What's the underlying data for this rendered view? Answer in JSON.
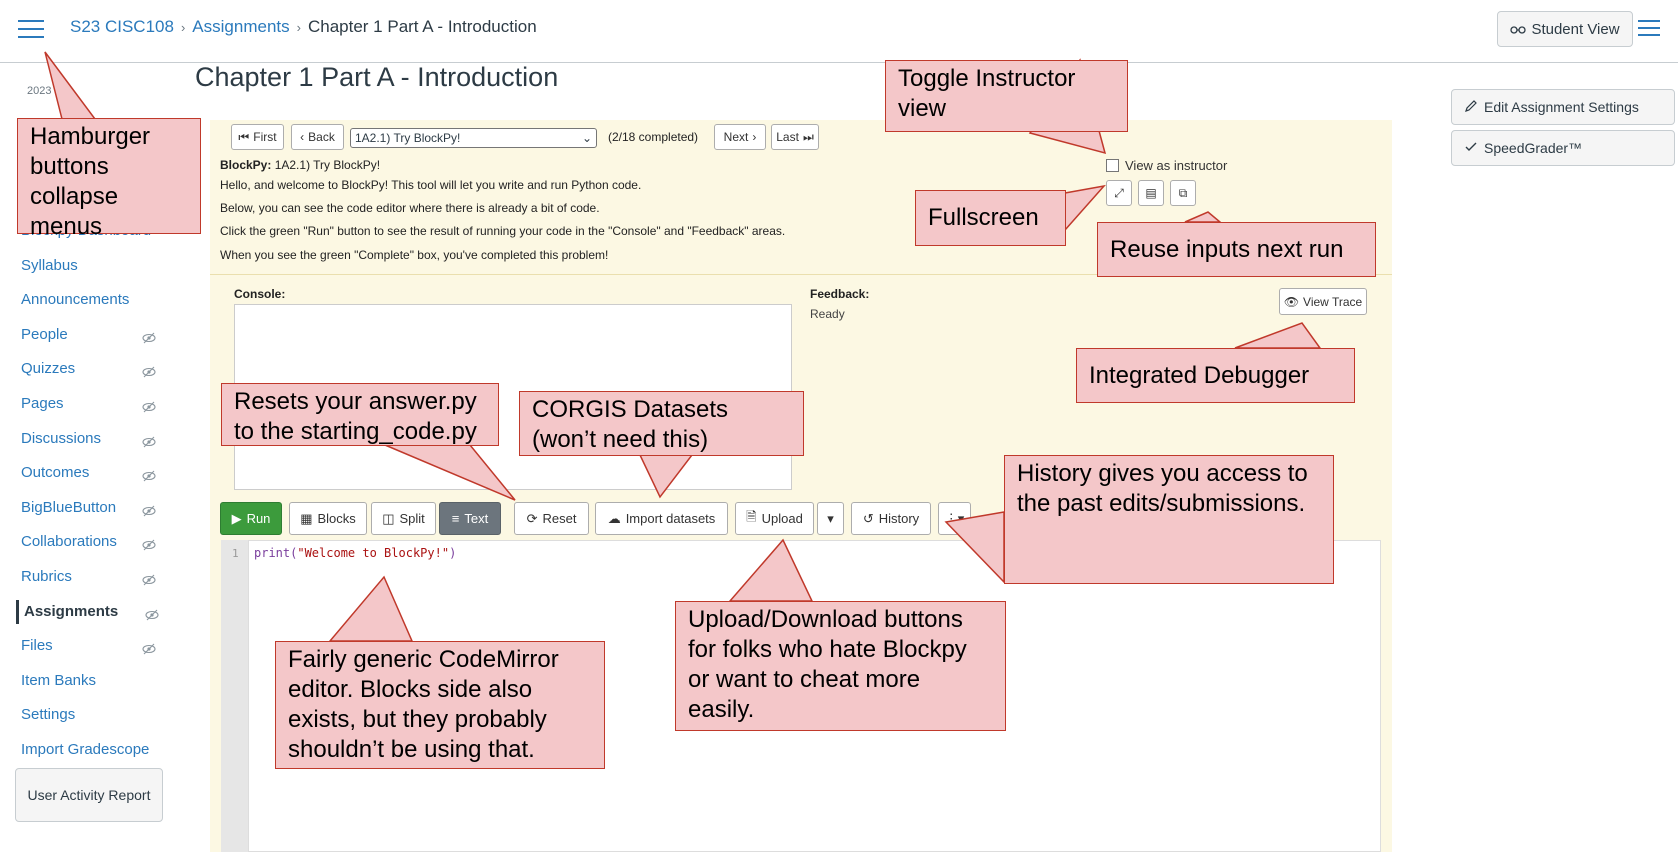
{
  "breadcrumb": {
    "course": "S23 CISC108",
    "section": "Assignments",
    "current": "Chapter 1 Part A - Introduction"
  },
  "header": {
    "student_view": "Student View"
  },
  "page_title": "Chapter 1 Part A - Introduction",
  "sidebar": {
    "year": "2023",
    "items": [
      {
        "label": "Blockpy Dashboard",
        "eye": false
      },
      {
        "label": "Syllabus",
        "eye": false
      },
      {
        "label": "Announcements",
        "eye": false
      },
      {
        "label": "People",
        "eye": true
      },
      {
        "label": "Quizzes",
        "eye": true
      },
      {
        "label": "Pages",
        "eye": true
      },
      {
        "label": "Discussions",
        "eye": true
      },
      {
        "label": "Outcomes",
        "eye": true
      },
      {
        "label": "BigBlueButton",
        "eye": true
      },
      {
        "label": "Collaborations",
        "eye": true
      },
      {
        "label": "Rubrics",
        "eye": true
      },
      {
        "label": "Assignments",
        "eye": true
      },
      {
        "label": "Files",
        "eye": true
      },
      {
        "label": "Item Banks",
        "eye": false
      },
      {
        "label": "Settings",
        "eye": false
      },
      {
        "label": "Import Gradescope",
        "eye": false
      }
    ],
    "user_activity": "User Activity Report"
  },
  "right_panel": {
    "edit_settings": "Edit Assignment Settings",
    "speedgrader": "SpeedGrader™"
  },
  "blockpy": {
    "nav": {
      "first": "First",
      "back": "Back",
      "selected_problem": "1A2.1) Try BlockPy!",
      "progress": "(2/18 completed)",
      "next": "Next",
      "last": "Last"
    },
    "title_prefix": "BlockPy:",
    "title": "1A2.1) Try BlockPy!",
    "instructions": [
      "Hello, and welcome to BlockPy! This tool will let you write and run Python code.",
      "Below, you can see the code editor where there is already a bit of code.",
      "Click the green \"Run\" button to see the result of running your code in the \"Console\" and \"Feedback\" areas.",
      "When you see the green \"Complete\" box, you've completed this problem!"
    ],
    "view_as_instructor": "View as instructor",
    "console_label": "Console:",
    "feedback_label": "Feedback:",
    "feedback_status": "Ready",
    "view_trace": "View Trace",
    "toolbar": {
      "run": "Run",
      "blocks": "Blocks",
      "split": "Split",
      "text": "Text",
      "reset": "Reset",
      "import": "Import datasets",
      "upload": "Upload",
      "history": "History"
    },
    "code_line_number": "1",
    "code_fn": "print(",
    "code_str": "\"Welcome to BlockPy!\"",
    "code_close": ")",
    "colors": {
      "run_bg": "#3c9b3c",
      "text_bg": "#6c757d",
      "panel_bg": "#fcf8e3"
    }
  },
  "callouts": {
    "hamburger": "Hamburger buttons collapse menus",
    "toggle_instructor": "Toggle Instructor view",
    "fullscreen": "Fullscreen",
    "reuse_inputs": "Reuse inputs next run",
    "debugger": "Integrated Debugger",
    "reset": "Resets your answer.py to the starting_code.py",
    "corgis": "CORGIS Datasets (won’t need this)",
    "history": "History gives you access to the past edits/submissions.",
    "upload": "Upload/Download buttons for folks who hate Blockpy or want to cheat more easily.",
    "codemirror": "Fairly generic CodeMirror editor. Blocks side also exists, but they probably shouldn’t be using that."
  },
  "colors": {
    "link": "#2b7abc",
    "callout_bg": "#f4c7c9",
    "callout_border": "#c0392b"
  }
}
